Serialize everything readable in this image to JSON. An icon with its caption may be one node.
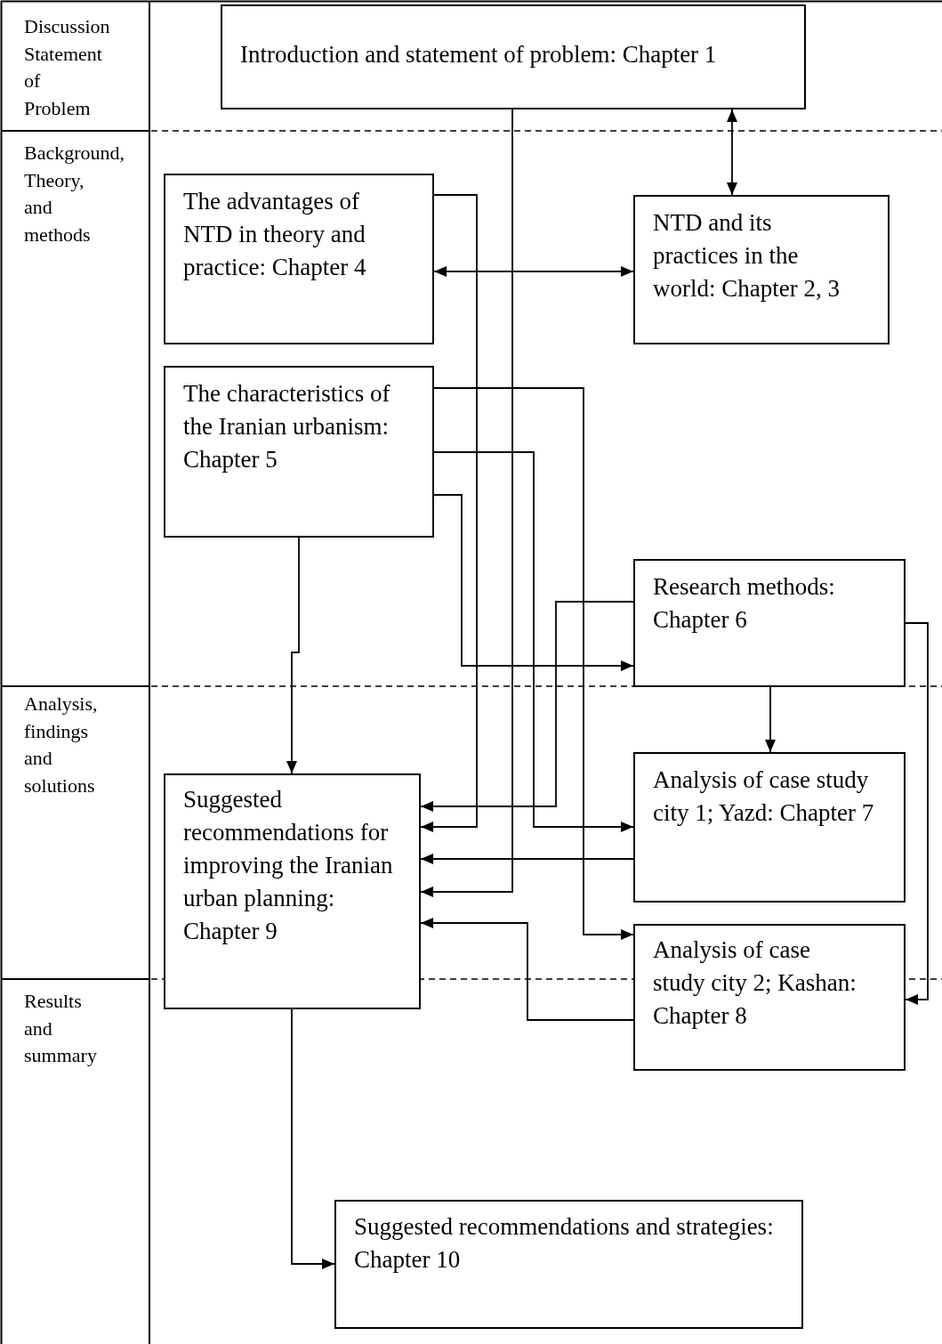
{
  "diagram": {
    "nodes": [
      {
        "text": [
          "Introduction and statement of problem: Chapter 1"
        ]
      },
      {
        "text": [
          "The advantages of NTD in theory and practice: Chapter 4"
        ]
      },
      {
        "text": [
          "NTD and its practices in the world: Chapter 2, 3"
        ]
      },
      {
        "text": [
          "The characteristics of the Iranian urbanism: Chapter 5"
        ]
      },
      {
        "text": [
          "Research methods: Chapter 6"
        ]
      },
      {
        "text": [
          "Suggested recommendations for improving the Iranian urban planning: Chapter 9"
        ]
      },
      {
        "text": [
          "Analysis of case study city 1; Yazd: Chapter 7"
        ]
      },
      {
        "text": [
          "Analysis of case study city 2; Kashan: Chapter 8"
        ]
      },
      {
        "text": [
          "Suggested recommendations and strategies: Chapter 10"
        ]
      }
    ],
    "edges": [
      {
        "from": 0,
        "to": 2,
        "arrow": "both"
      },
      {
        "from": 1,
        "to": 2,
        "arrow": "both"
      },
      {
        "from": 0,
        "to": 5,
        "arrow": "to"
      },
      {
        "from": 1,
        "to": 5,
        "arrow": "to"
      },
      {
        "from": 3,
        "to": 6,
        "arrow": "to"
      },
      {
        "from": 3,
        "to": 7,
        "arrow": "to"
      },
      {
        "from": 3,
        "to": 4,
        "arrow": "to"
      },
      {
        "from": 3,
        "to": 5,
        "arrow": "to"
      },
      {
        "from": 4,
        "to": 5,
        "arrow": "to"
      },
      {
        "from": 4,
        "to": 6,
        "arrow": "to"
      },
      {
        "from": 4,
        "to": 7,
        "arrow": "to"
      },
      {
        "from": 6,
        "to": 5,
        "arrow": "to"
      },
      {
        "from": 7,
        "to": 5,
        "arrow": "to"
      },
      {
        "from": 5,
        "to": 8,
        "arrow": "to"
      }
    ],
    "labels": [
      "Discussion Statement of Problem",
      "Background, Theory, and methods",
      "Analysis, findings and solutions",
      "Results and summary"
    ]
  }
}
